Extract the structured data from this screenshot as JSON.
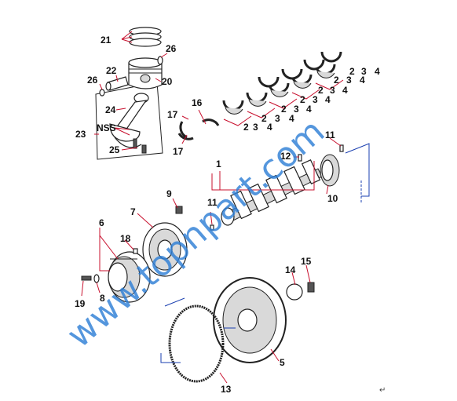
{
  "labels": {
    "l1": "1",
    "l2": "2",
    "l3": "3",
    "l4": "4",
    "l5": "5",
    "l6": "6",
    "l7": "7",
    "l8": "8",
    "l9": "9",
    "l10": "10",
    "l11a": "11",
    "l11b": "11",
    "l12": "12",
    "l13": "13",
    "l14": "14",
    "l15": "15",
    "l16": "16",
    "l17a": "17",
    "l17b": "17",
    "l18": "18",
    "l19": "19",
    "l20": "20",
    "l21": "21",
    "l22": "22",
    "l23": "23",
    "l24": "24",
    "l25": "25",
    "l26a": "26",
    "l26b": "26",
    "nss": "NSS"
  },
  "bearing_labels": {
    "two": "2",
    "three": "3",
    "four": "4"
  },
  "watermark": "www.topnpart.com",
  "return_mark": "↵",
  "colors": {
    "leader": "#c8102e",
    "bracket": "#1a3fb0",
    "watermark": "#2f7fd6"
  }
}
